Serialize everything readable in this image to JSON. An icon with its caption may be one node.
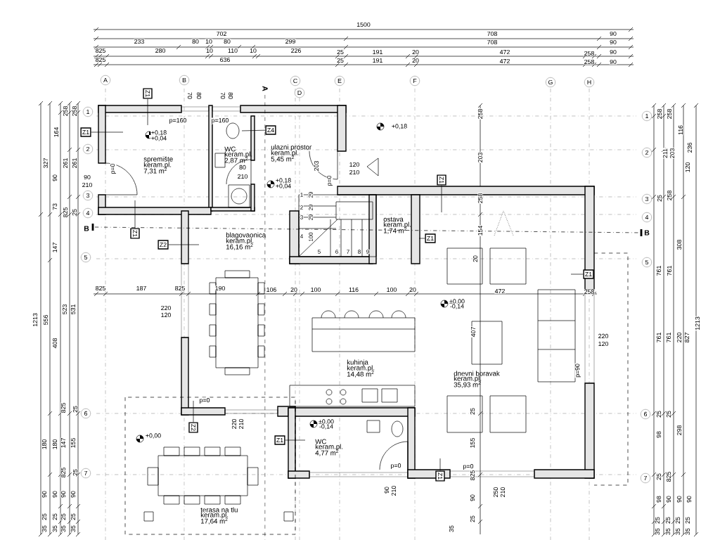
{
  "diagram": {
    "nodes": [
      {
        "text": [
          "A"
        ]
      },
      {
        "text": [
          "B"
        ]
      },
      {
        "text": [
          "C"
        ]
      },
      {
        "text": [
          "D"
        ]
      },
      {
        "text": [
          "E"
        ]
      },
      {
        "text": [
          "F"
        ]
      },
      {
        "text": [
          "G"
        ]
      },
      {
        "text": [
          "H"
        ]
      },
      {
        "text": [
          "1"
        ]
      },
      {
        "text": [
          "2"
        ]
      },
      {
        "text": [
          "3"
        ]
      },
      {
        "text": [
          "4"
        ]
      },
      {
        "text": [
          "5"
        ]
      },
      {
        "text": [
          "6"
        ]
      },
      {
        "text": [
          "7"
        ]
      },
      {
        "text": [
          "1"
        ]
      },
      {
        "text": [
          "2"
        ]
      },
      {
        "text": [
          "3"
        ]
      },
      {
        "text": [
          "4"
        ]
      },
      {
        "text": [
          "5"
        ]
      },
      {
        "text": [
          "6"
        ]
      },
      {
        "text": [
          "7"
        ]
      },
      {
        "text": [
          "Z1"
        ]
      },
      {
        "text": [
          "Z1"
        ]
      },
      {
        "text": [
          "Z4"
        ]
      },
      {
        "text": [
          "Z1"
        ]
      },
      {
        "text": [
          "Z2"
        ]
      },
      {
        "text": [
          "Z1"
        ]
      },
      {
        "text": [
          "Z1"
        ]
      },
      {
        "text": [
          "Z1"
        ]
      },
      {
        "text": [
          "Z2"
        ]
      },
      {
        "text": [
          "Z1"
        ]
      },
      {
        "text": [
          "Z1"
        ]
      }
    ],
    "edges": [
      {
        "from": 22,
        "to": null,
        "arrow": "none"
      },
      {
        "from": 23,
        "to": null,
        "arrow": "none"
      },
      {
        "from": 24,
        "to": null,
        "arrow": "none"
      },
      {
        "from": 25,
        "to": null,
        "arrow": "none"
      },
      {
        "from": 26,
        "to": null,
        "arrow": "none"
      },
      {
        "from": 27,
        "to": null,
        "arrow": "none"
      },
      {
        "from": 28,
        "to": null,
        "arrow": "none"
      },
      {
        "from": 29,
        "to": null,
        "arrow": "none"
      },
      {
        "from": 30,
        "to": null,
        "arrow": "none"
      },
      {
        "from": 31,
        "to": null,
        "arrow": "none"
      },
      {
        "from": 32,
        "to": null,
        "arrow": "none"
      }
    ],
    "labels": [
      "1500",
      "702",
      "708",
      "90",
      "233",
      "80",
      "10",
      "80",
      "299",
      "708",
      "90",
      "825",
      "280",
      "10",
      "110",
      "10",
      "226",
      "25",
      "191",
      "20",
      "472",
      "258",
      "90",
      "825",
      "636",
      "25",
      "191",
      "20",
      "472",
      "258",
      "90",
      "258",
      "258",
      "327",
      "164",
      "261",
      "261",
      "90",
      "73",
      "825",
      "25",
      "147",
      "1213",
      "556",
      "408",
      "523",
      "531",
      "825",
      "25",
      "180",
      "180",
      "147",
      "155",
      "825",
      "25",
      "90",
      "90",
      "90",
      "90",
      "25",
      "25",
      "25",
      "25",
      "35",
      "35",
      "35",
      "35",
      "258",
      "258",
      "116",
      "211",
      "203",
      "236",
      "120",
      "25",
      "258",
      "308",
      "761",
      "761",
      "761",
      "761",
      "220",
      "827",
      "1213",
      "25",
      "25",
      "98",
      "298",
      "25",
      "825",
      "98",
      "90",
      "90",
      "90",
      "25",
      "25",
      "25",
      "25",
      "35",
      "35",
      "35",
      "35",
      "825",
      "187",
      "825",
      "190",
      "106",
      "20",
      "100",
      "116",
      "100",
      "20",
      "472",
      "258",
      "spremište",
      "keram.pl.",
      "7,31 m$^{2}$",
      "WC",
      "keram.pl.",
      "2,87 m$^{2}$",
      "ulazni prostor",
      "keram.pl.",
      "5,45 m$^{2}$",
      "ostava",
      "keram.pl.",
      "1,74 m$^{2}$",
      "blagovaonica",
      "keram.pl.",
      "16,16 m$^{2}$",
      "kuhinja",
      "keram.pl.",
      "14,48 m$^{2}$",
      "dnevni boravak",
      "keram.pl.",
      "35,93 m$^{2}$",
      "WC",
      "keram.pl.",
      "4,77 m$^{2}$",
      "terasa na tlu",
      "keram.pl.",
      "17,64 m$^{2}$",
      "70",
      "80",
      "70",
      "80",
      "p=160",
      "p=160",
      "+0,18",
      "+0,04",
      "+0,18",
      "+0,04",
      "+0,18",
      "+0,00",
      "±0,00",
      "-0,14",
      "±0,00",
      "-0,14",
      "90",
      "210",
      "80",
      "210",
      "120",
      "210",
      "p=0",
      "p=0",
      "203",
      "A",
      "B",
      "B",
      "1",
      "2",
      "3",
      "4",
      "29",
      "29",
      "29",
      "100",
      "5",
      "6",
      "7",
      "8",
      "9",
      "258",
      "203",
      "258",
      "154",
      "20",
      "407",
      "25",
      "155",
      "825",
      "90",
      "25",
      "35",
      "220",
      "120",
      "220",
      "120",
      "p=90",
      "p=0",
      "220",
      "210",
      "p=0",
      "p=0",
      "90",
      "210",
      "250",
      "210"
    ]
  }
}
